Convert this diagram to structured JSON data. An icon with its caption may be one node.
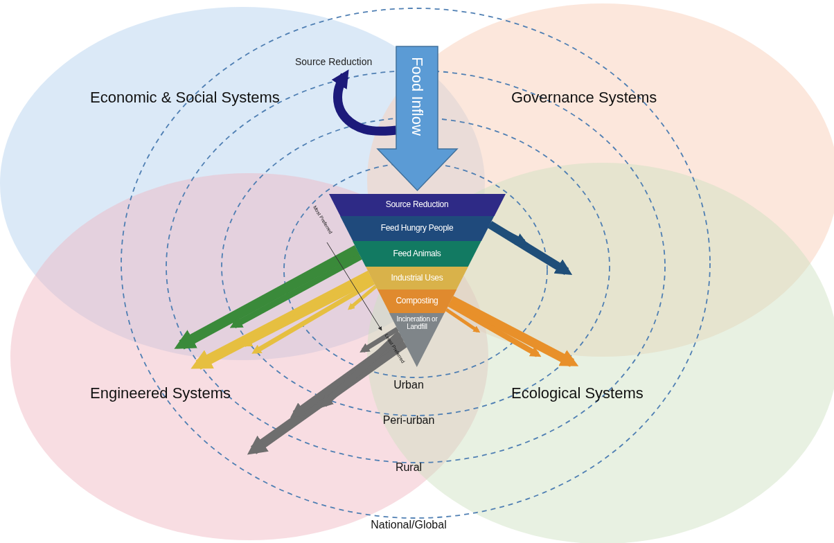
{
  "diagram": {
    "nodes": [
      {
        "text": [
          "Source Reduction"
        ]
      },
      {
        "text": [
          "Food Inflow"
        ]
      },
      {
        "text": [
          "Source Reduction"
        ]
      },
      {
        "text": [
          "Feed Hungry People"
        ]
      },
      {
        "text": [
          "Feed Animals"
        ]
      },
      {
        "text": [
          "Industrial Uses"
        ]
      },
      {
        "text": [
          "Composting"
        ]
      },
      {
        "text": [
          "Incineration or Landfill"
        ]
      }
    ],
    "edges": [
      {
        "from": 1,
        "to": 0,
        "arrow": "to",
        "color": "#1c1a7a"
      },
      {
        "from": 3,
        "to": null,
        "arrow": "to",
        "color": "#1f4e79"
      },
      {
        "from": 3,
        "to": null,
        "arrow": "to",
        "color": "#1f4e79"
      },
      {
        "from": 4,
        "to": null,
        "arrow": "to",
        "color": "#3a8a3a"
      },
      {
        "from": 4,
        "to": null,
        "arrow": "to",
        "color": "#3a8a3a"
      },
      {
        "from": 5,
        "to": null,
        "arrow": "to",
        "color": "#e6bf40"
      },
      {
        "from": 5,
        "to": null,
        "arrow": "to",
        "color": "#e6bf40"
      },
      {
        "from": 5,
        "to": null,
        "arrow": "to",
        "color": "#e6bf40"
      },
      {
        "from": 5,
        "to": null,
        "arrow": "to",
        "color": "#e6bf40"
      },
      {
        "from": 6,
        "to": null,
        "arrow": "to",
        "color": "#e8902a"
      },
      {
        "from": 6,
        "to": null,
        "arrow": "to",
        "color": "#e8902a"
      },
      {
        "from": 6,
        "to": null,
        "arrow": "to",
        "color": "#e8902a"
      },
      {
        "from": 7,
        "to": null,
        "arrow": "to",
        "color": "#6e6e6e"
      },
      {
        "from": 7,
        "to": null,
        "arrow": "to",
        "color": "#6e6e6e"
      },
      {
        "from": 7,
        "to": null,
        "arrow": "to",
        "color": "#6e6e6e"
      },
      {
        "from": 7,
        "to": null,
        "arrow": "to",
        "color": "#6e6e6e"
      }
    ],
    "labels": [
      "Economic & Social Systems",
      "Governance Systems",
      "Most Preferred",
      "Least Preferred",
      "Urban",
      "Engineered Systems",
      "Ecological Systems",
      "Peri-urban",
      "Rural",
      "National/Global"
    ]
  }
}
